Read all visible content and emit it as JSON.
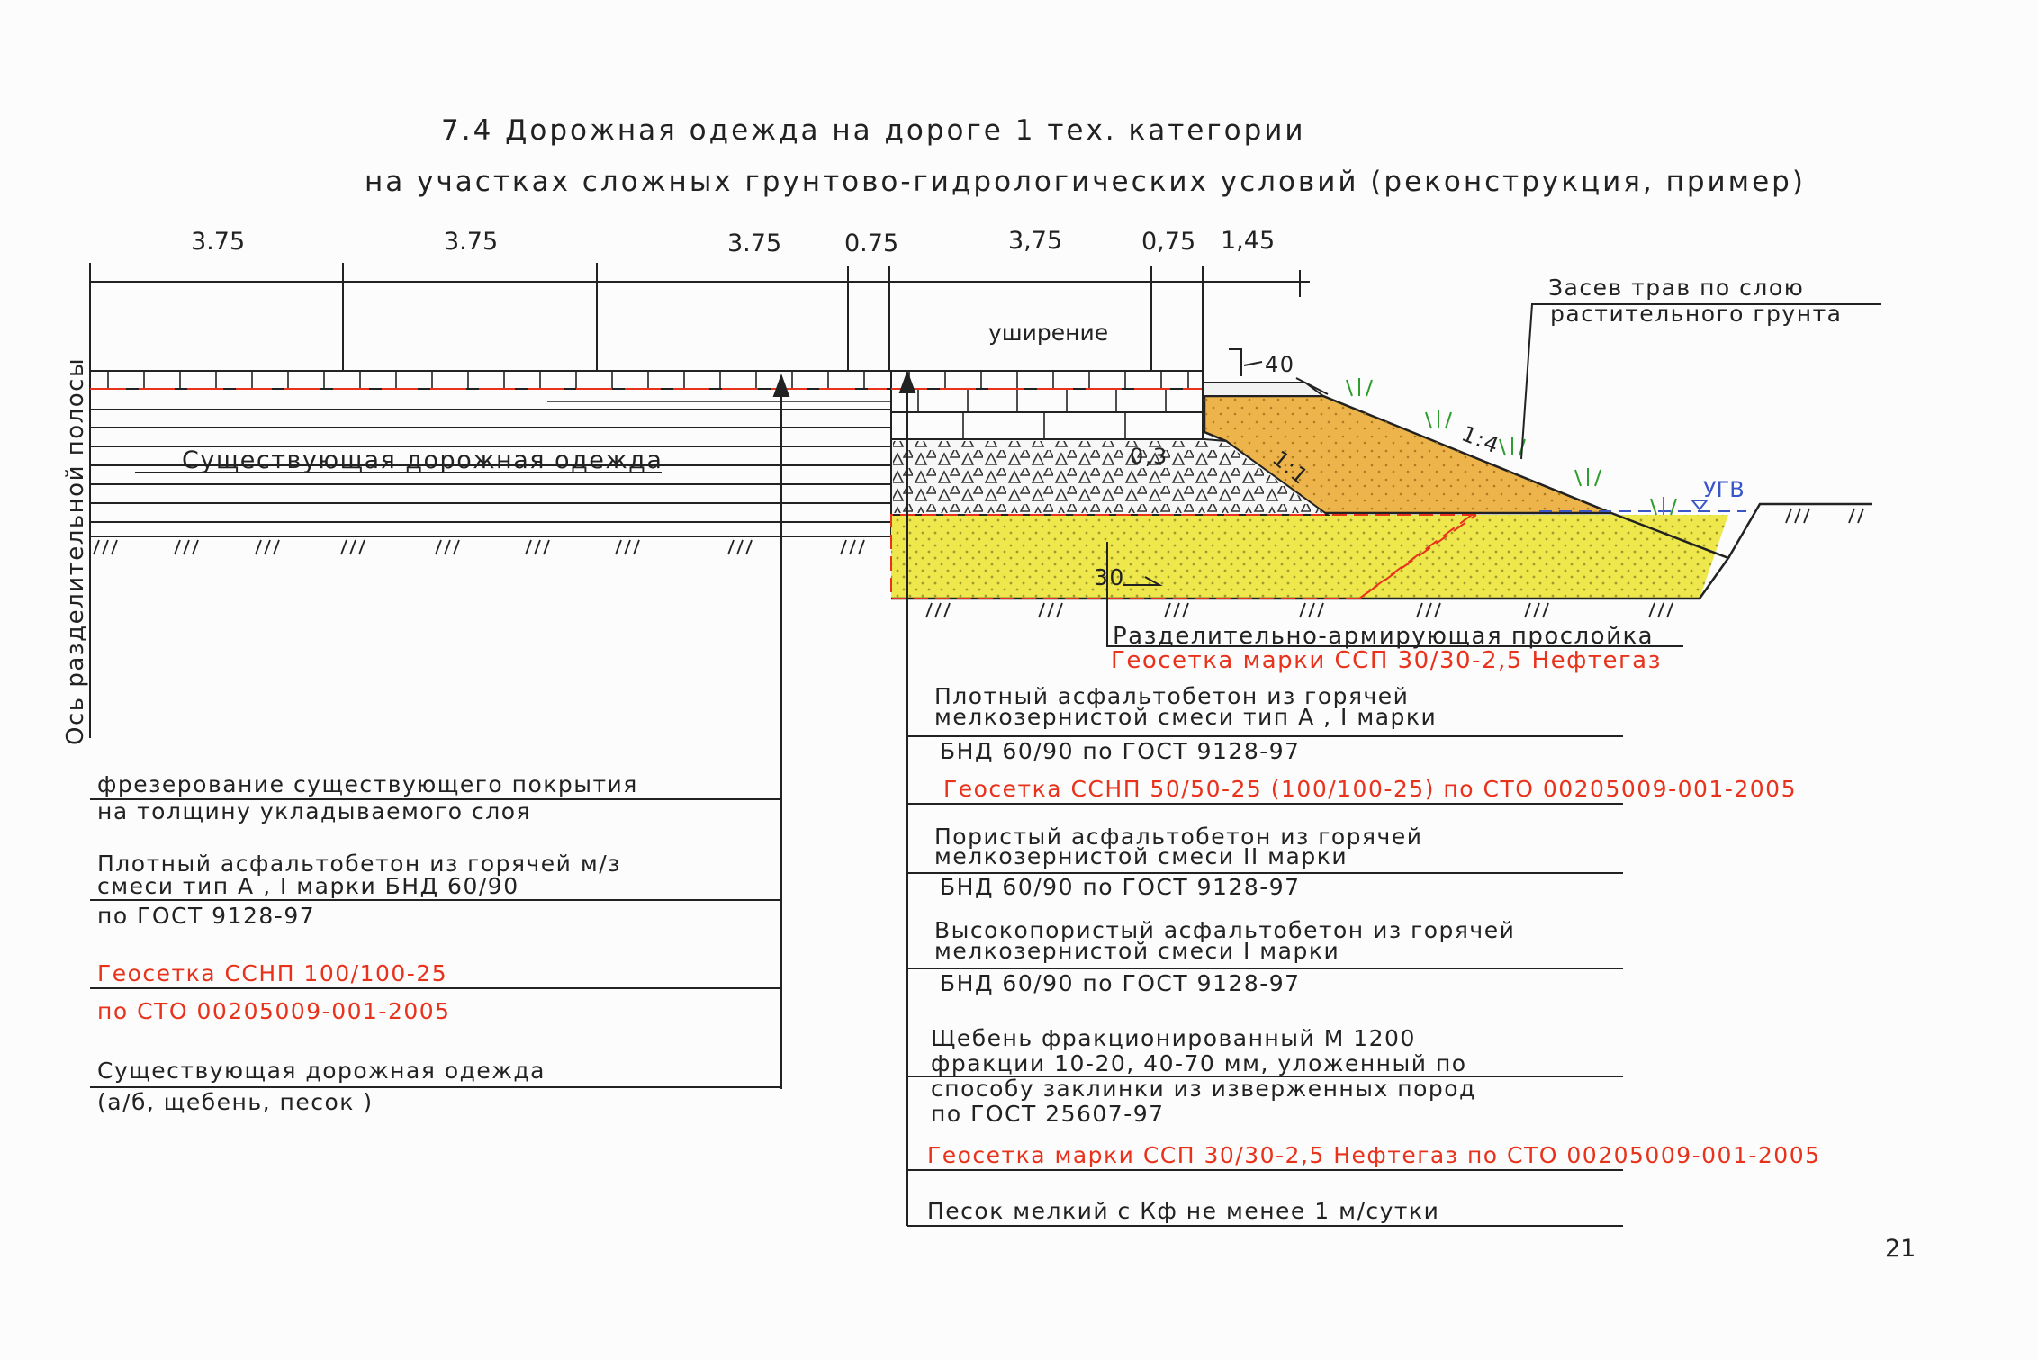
{
  "title": {
    "line1": "7.4 Дорожная одежда на дороге 1 тех. категории",
    "line2": "на участках сложных грунтово-гидрологических условий (реконструкция, пример)"
  },
  "dimensions": [
    "3.75",
    "3.75",
    "3.75",
    "0.75",
    "3,75",
    "0,75",
    "1,45"
  ],
  "axis_label": "Ось разделительной полосы",
  "labels": {
    "widening": "уширение",
    "existing_pavement": "Существующая дорожная одежда",
    "grass": [
      "Засев трав по слою",
      "растительного грунта"
    ],
    "ugv": "УГВ",
    "slope_14": "1:4",
    "slope_11": "1:1",
    "mark_03": "0,3",
    "mark_40": "40",
    "mark_30": "30",
    "separator": "Разделительно-армирующая прослойка",
    "separator_geogrid": "Геосетка марки ССП 30/30-2,5 Нефтегаз"
  },
  "left_legend": {
    "milling": [
      "фрезерование существующего покрытия",
      "на толщину укладываемого слоя"
    ],
    "dense_asphalt": [
      "Плотный асфальтобетон из горячей м/з",
      "смеси тип А , I марки БНД 60/90",
      "по ГОСТ 9128-97"
    ],
    "geogrid": [
      "Геосетка ССНП 100/100-25",
      "по СТО 00205009-001-2005"
    ],
    "existing": [
      "Существующая дорожная одежда",
      "(а/б, щебень, песок )"
    ]
  },
  "right_legend": {
    "dense_asphalt": [
      "Плотный асфальтобетон из горячей",
      "мелкозернистой смеси тип А , I марки",
      "БНД 60/90 по ГОСТ 9128-97"
    ],
    "geogrid1": "Геосетка ССНП 50/50-25 (100/100-25) по СТО 00205009-001-2005",
    "porous": [
      "Пористый асфальтобетон из горячей",
      "мелкозернистой смеси  II марки",
      "БНД 60/90 по ГОСТ 9128-97"
    ],
    "highly_porous": [
      "Высокопористый асфальтобетон из горячей",
      "мелкозернистой смеси  I марки",
      "БНД 60/90 по ГОСТ 9128-97"
    ],
    "crushed_stone": [
      "Щебень фракционированный М 1200",
      "фракции 10-20, 40-70 мм, уложенный по",
      "способу заклинки из изверженных пород",
      "по ГОСТ 25607-97"
    ],
    "geogrid2": "Геосетка марки ССП 30/30-2,5 Нефтегаз по СТО 00205009-001-2005",
    "sand": "Песок мелкий с Кф не менее 1 м/сутки"
  },
  "page_number": "21",
  "colors": {
    "line": "#222222",
    "accent_red": "#e8321c",
    "embankment": "#ecb44a",
    "sand": "#eee84c",
    "grass": "#2e9e2e",
    "water": "#3a55c8"
  }
}
